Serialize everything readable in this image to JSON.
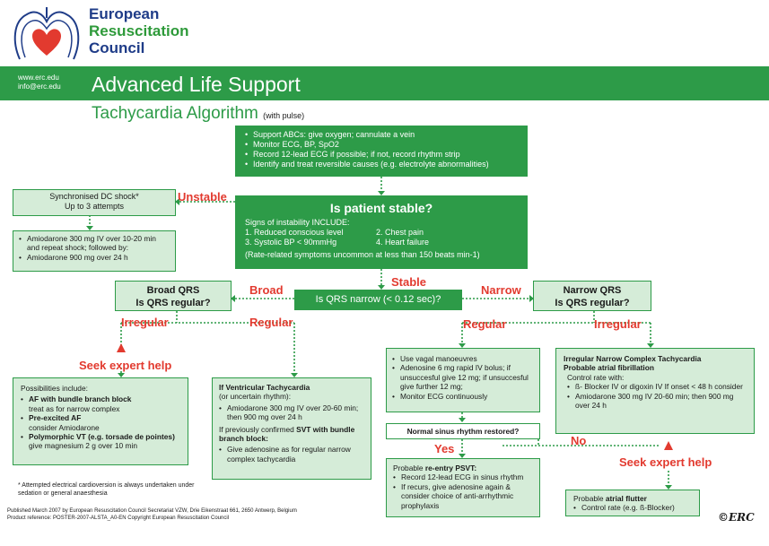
{
  "header": {
    "org_line1": "European",
    "org_line2": "Resuscitation",
    "org_line3": "Council",
    "website": "www.erc.edu",
    "email": "info@erc.edu",
    "banner_title": "Advanced Life Support",
    "subtitle": "Tachycardia Algorithm",
    "subtitle_note": "(with pulse)"
  },
  "colors": {
    "brand_green": "#2d9b48",
    "light_green": "#d5ecd8",
    "alert_red": "#e23a2f",
    "logo_blue": "#1f3c88"
  },
  "top_box": {
    "items": [
      "Support ABCs: give oxygen; cannulate a vein",
      "Monitor ECG, BP, SpO2",
      "Record 12-lead ECG if possible; if not, record rhythm strip",
      "Identify and treat reversible causes (e.g. electrolyte abnormalities)"
    ]
  },
  "stable_box": {
    "question": "Is patient stable?",
    "signs_heading": "Signs of instability INCLUDE:",
    "sign1": "1. Reduced conscious level",
    "sign2": "2. Chest pain",
    "sign3": "3. Systolic BP < 90mmHg",
    "sign4": "4. Heart failure",
    "note": "(Rate-related symptoms uncommon at less than 150 beats min-1)"
  },
  "unstable": {
    "label": "Unstable",
    "shock_line1": "Synchronised DC shock*",
    "shock_line2": "Up to 3 attempts",
    "amio_items": [
      "Amiodarone 300 mg IV over 10-20 min and repeat shock; followed by:",
      "Amiodarone 900 mg over 24 h"
    ]
  },
  "stable_label": "Stable",
  "qrs_question": "Is QRS narrow (< 0.12 sec)?",
  "broad": {
    "label": "Broad",
    "box_line1": "Broad QRS",
    "box_line2": "Is QRS regular?",
    "irregular_label": "Irregular",
    "regular_label": "Regular",
    "seek_help": "Seek expert help",
    "irregular_box": {
      "intro": "Possibilities include:",
      "af_bbb_title": "AF with bundle branch block",
      "af_bbb_text": "treat as for narrow complex",
      "pre_af_title": "Pre-excited AF",
      "pre_af_text": "consider Amiodarone",
      "poly_title": "Polymorphic VT (e.g. torsade de pointes)",
      "poly_text": "give magnesium 2 g over 10 min"
    },
    "regular_box": {
      "vt_title": "If Ventricular Tachycardia",
      "vt_sub": "(or uncertain rhythm):",
      "vt_item": "Amiodarone 300 mg IV over 20-60 min; then 900 mg over 24 h",
      "svt_pre": "If previously confirmed",
      "svt_bold": "SVT with bundle branch block:",
      "svt_item": "Give adenosine as for regular narrow complex tachycardia"
    }
  },
  "footnote": "* Attempted electrical cardioversion is always undertaken under sedation or general anaesthesia",
  "narrow": {
    "label": "Narrow",
    "box_line1": "Narrow QRS",
    "box_line2": "Is QRS regular?",
    "regular_label": "Regular",
    "irregular_label": "Irregular",
    "vagal_items": [
      "Use vagal manoeuvres",
      "Adenosine 6 mg rapid IV bolus; if unsuccesful give 12 mg; if unsuccesful give further 12 mg;",
      "Monitor ECG continuously"
    ],
    "sinus_question": "Normal sinus rhythm restored?",
    "yes_label": "Yes",
    "no_label": "No",
    "psvt_pre": "Probable",
    "psvt_bold": "re-entry PSVT:",
    "psvt_items": [
      "Record 12-lead ECG in sinus rhythm",
      "If recurs, give adenosine again & consider choice of anti-arrhythmic prophylaxis"
    ],
    "seek_help": "Seek expert help",
    "flutter_pre": "Probable",
    "flutter_bold": "atrial flutter",
    "flutter_item": "Control rate (e.g. ß-Blocker)",
    "af_title1": "Irregular Narrow Complex Tachycardia",
    "af_title2": "Probable atrial fibrillation",
    "af_control": "Control rate with:",
    "af_items": [
      "ß- Blocker IV or digoxin IV If onset < 48 h consider",
      "Amiodarone 300 mg IV 20-60 min; then 900 mg over 24 h"
    ]
  },
  "footer": {
    "line1": "Published March 2007 by European Resuscitation Council Secretariat VZW, Drie Eikenstraat 661, 2650 Antwerp, Belgium",
    "line2": "Product reference: POSTER-2007-ALSTA_A0-EN   Copyright European Resuscitation Council",
    "signature": "©ERC"
  }
}
